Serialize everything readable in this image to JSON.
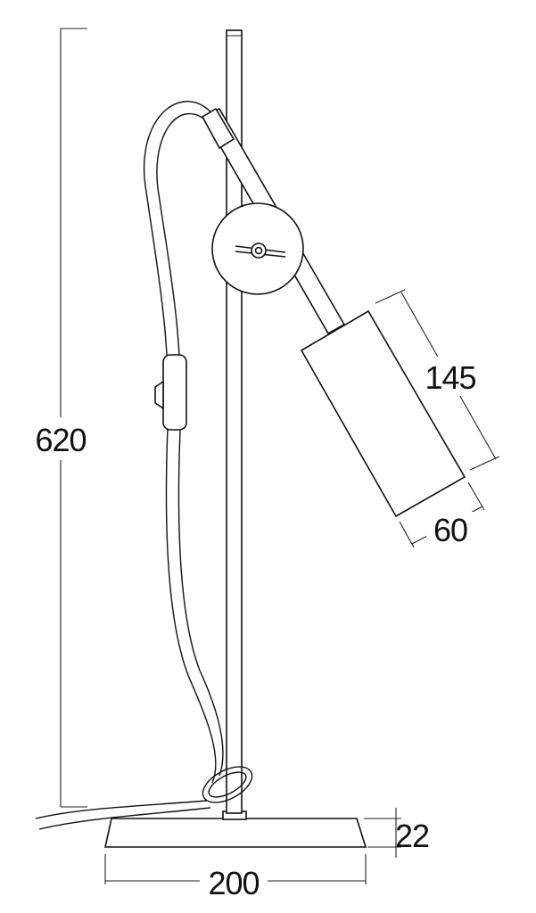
{
  "dimensions": {
    "overall_height": "620",
    "shade_length": "145",
    "shade_diameter": "60",
    "base_height": "22",
    "base_width": "200"
  },
  "colors": {
    "line": "#111111",
    "background": "#ffffff"
  }
}
